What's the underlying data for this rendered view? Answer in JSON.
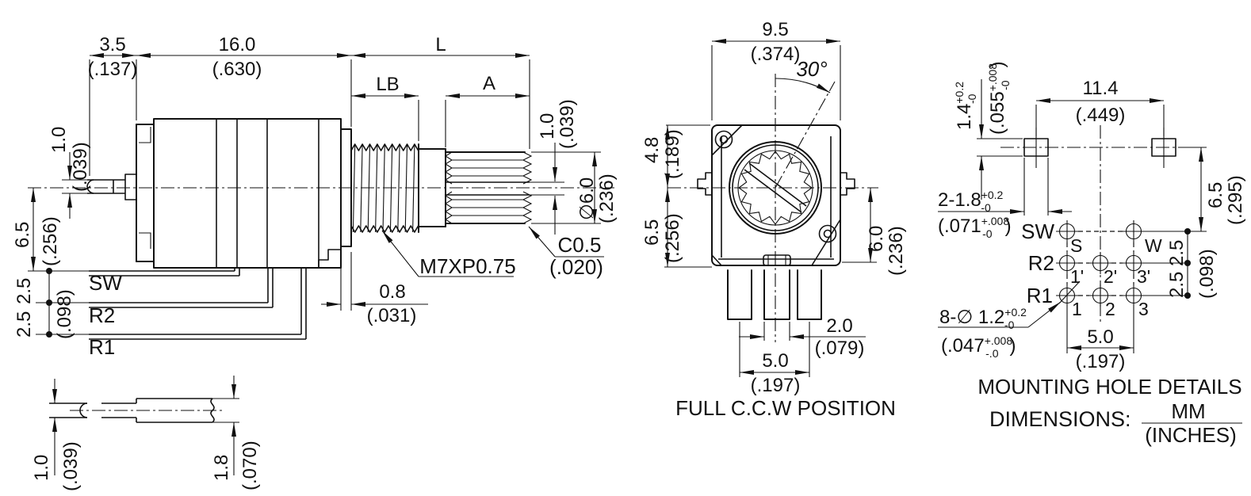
{
  "colors": {
    "line": "#111111",
    "background": "#ffffff"
  },
  "side_view": {
    "dim_3_5": {
      "mm": "3.5",
      "in": "(.137)"
    },
    "dim_16_0": {
      "mm": "16.0",
      "in": "(.630)"
    },
    "dim_L": "L",
    "dim_LB": "LB",
    "dim_A": "A",
    "dim_pin_offset": {
      "mm": "1.0",
      "in": "(.039)"
    },
    "dim_6_5": {
      "mm": "6.5",
      "in": "(.256)"
    },
    "dim_pitch": {
      "mm_a": "2.5",
      "mm_b": "2.5",
      "in": "(.098)"
    },
    "terminals": [
      "SW",
      "R2",
      "R1"
    ],
    "thread_spec": "M7XP0.75",
    "dim_0_8": {
      "mm": "0.8",
      "in": "(.031)"
    },
    "chamfer": {
      "mm": "C0.5",
      "in": "(.020)"
    },
    "dim_slot": {
      "mm": "1.0",
      "in": "(.039)"
    },
    "dim_shaft": {
      "mm": "∅6.0",
      "in": "(.236)"
    }
  },
  "pin_detail": {
    "dim_thick": {
      "mm": "1.0",
      "in": "(.039)"
    },
    "dim_wide": {
      "mm": "1.8",
      "in": "(.070)"
    }
  },
  "front_view": {
    "dim_9_5": {
      "mm": "9.5",
      "in": "(.374)"
    },
    "angle": "30°",
    "dim_4_8": {
      "mm": "4.8",
      "in": "(.189)"
    },
    "dim_6_5": {
      "mm": "6.5",
      "in": "(.256)"
    },
    "dim_6_0": {
      "mm": "6.0",
      "in": "(.236)"
    },
    "dim_2_0": {
      "mm": "2.0",
      "in": "(.079)"
    },
    "dim_5_0": {
      "mm": "5.0",
      "in": "(.197)"
    },
    "caption": "FULL C.C.W POSITION"
  },
  "mounting_view": {
    "slot_height": {
      "mm": "1.4",
      "tp": "+0.2",
      "tm": "-0",
      "inch": "(.055",
      "itp": "+.008",
      "itm": "-0",
      "close": ")"
    },
    "slot_width": {
      "mm": "2-1.8",
      "tp": "+0.2",
      "tm": "-0",
      "inch": "(.071",
      "itp": "+.008",
      "itm": "-0",
      "close": ")"
    },
    "dim_11_4": {
      "mm": "11.4",
      "in": "(.449)"
    },
    "dim_6_5": {
      "mm": "6.5",
      "in": "(.295)"
    },
    "dim_pitch": {
      "mm_a": "2.5",
      "mm_b": "2.5",
      "in": "(.098)"
    },
    "holes_spec": {
      "mm": "8-∅ 1.2",
      "tp": "+0.2",
      "tm": "-0",
      "inch": "(.047",
      "itp": "+.008",
      "itm": "-.0",
      "close": ")"
    },
    "dim_5_0": {
      "mm": "5.0",
      "in": "(.197)"
    },
    "row_labels": [
      "SW",
      "R2",
      "R1"
    ],
    "pin_names": {
      "s": "S",
      "w": "W",
      "r2": [
        "1'",
        "2'",
        "3'"
      ],
      "r1": [
        "1",
        "2",
        "3"
      ]
    },
    "caption": "MOUNTING HOLE DETAILS"
  },
  "legend": {
    "label": "DIMENSIONS:",
    "numerator": "MM",
    "denominator": "(INCHES)"
  }
}
